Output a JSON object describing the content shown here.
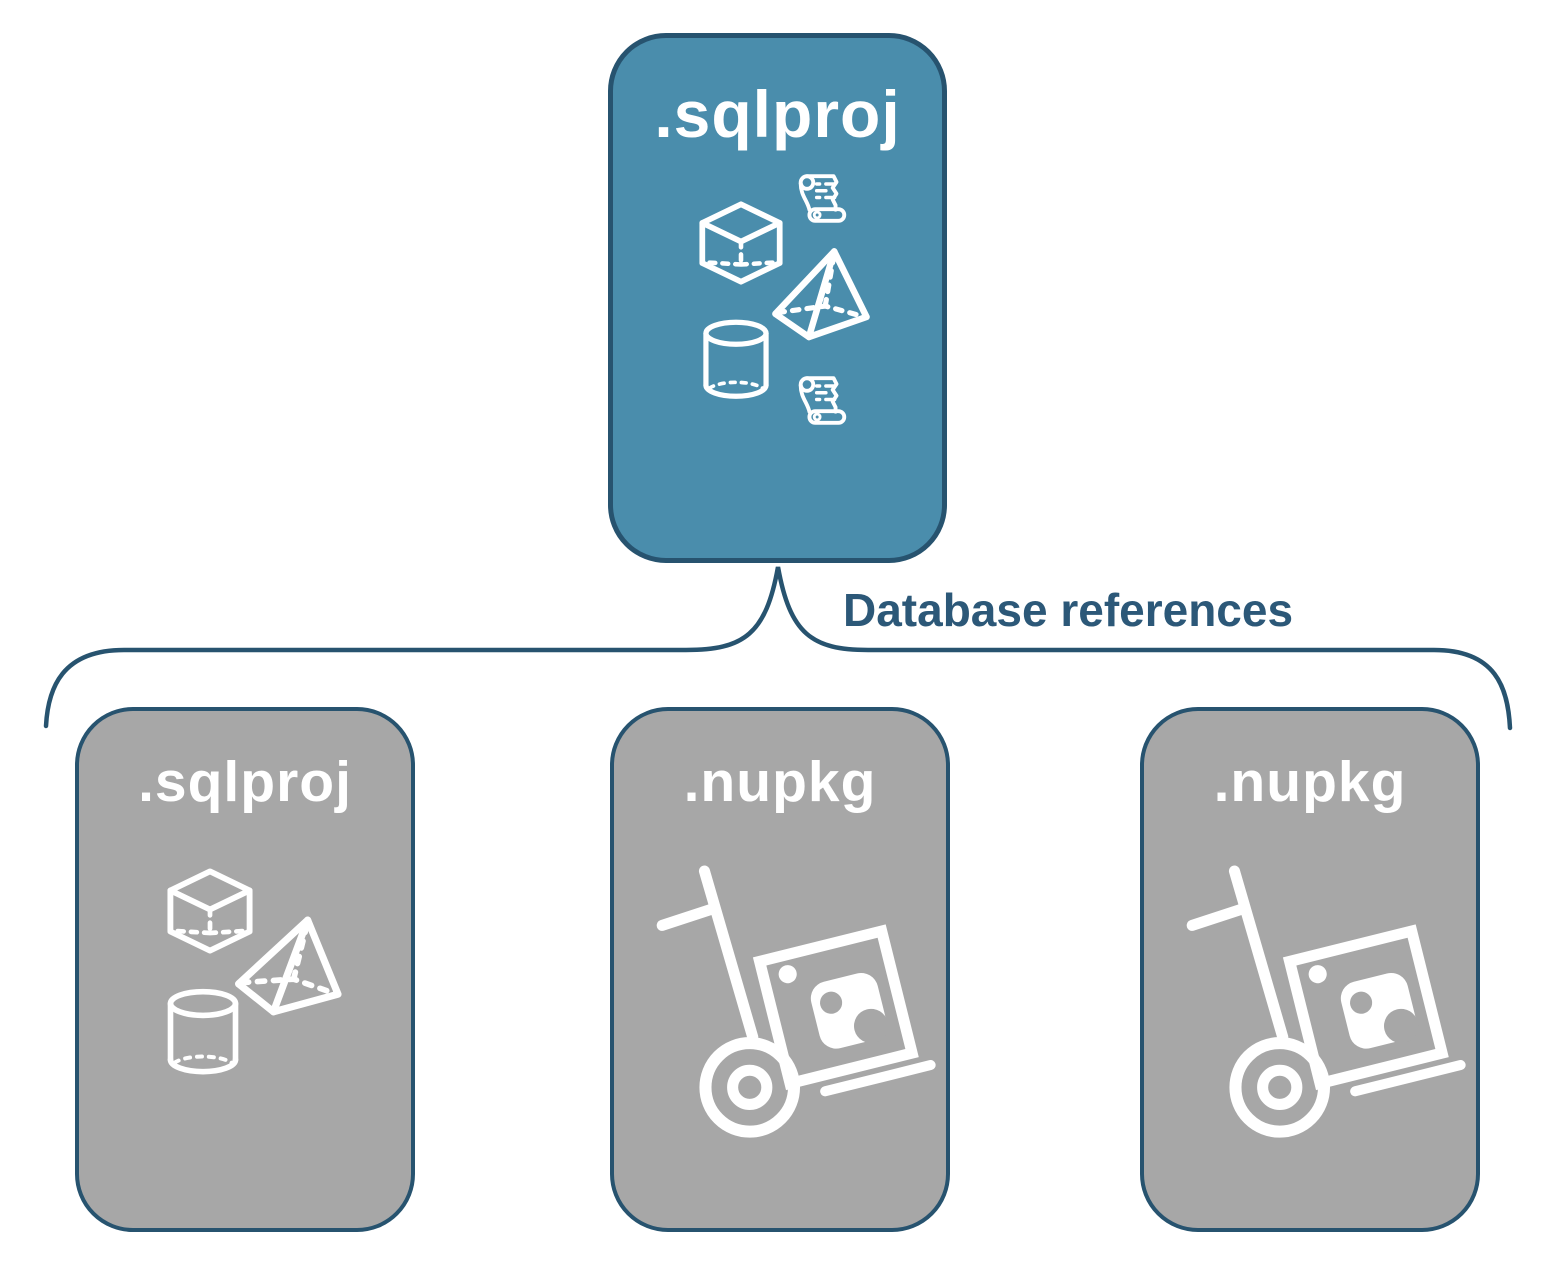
{
  "colors": {
    "primary_box_fill": "#4A8DAC",
    "child_box_fill": "#A7A7A7",
    "outline_and_brace": "#27536F",
    "connector_label_color": "#2C5878",
    "icon_color": "#FFFFFF"
  },
  "root_box": {
    "label": ".sqlproj",
    "icons": [
      "scroll-icon",
      "cube-icon",
      "pyramid-icon",
      "cylinder-icon",
      "scroll-icon"
    ]
  },
  "connector": {
    "label": "Database references"
  },
  "children": [
    {
      "label": ".sqlproj",
      "icons": [
        "cube-icon",
        "pyramid-icon",
        "cylinder-icon"
      ]
    },
    {
      "label": ".nupkg",
      "icons": [
        "package-dolly-icon"
      ]
    },
    {
      "label": ".nupkg",
      "icons": [
        "package-dolly-icon"
      ]
    }
  ]
}
